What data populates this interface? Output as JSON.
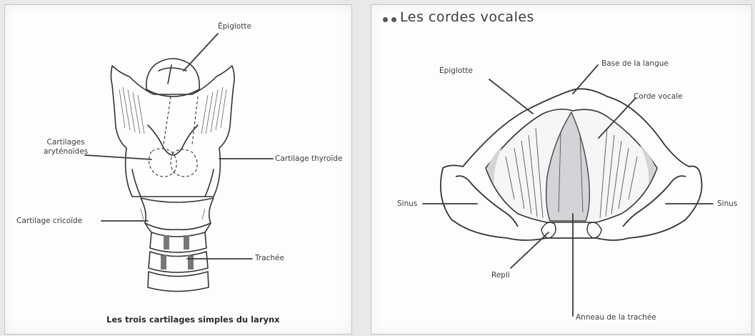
{
  "left_panel": {
    "labels": {
      "epiglotte": "Épiglotte",
      "arytenoides": "Cartilages\naryténoïdes",
      "thyroide": "Cartilage thyroïde",
      "cricoide": "Cartilage cricoïde",
      "trachee": "Trachée"
    },
    "caption": "Les trois cartilages simples du larynx"
  },
  "right_panel": {
    "title": "Les cordes vocales",
    "labels": {
      "epiglotte": "Épiglotte",
      "base_langue": "Base de la langue",
      "corde_vocale": "Corde vocale",
      "sinus_left": "Sinus",
      "sinus_right": "Sinus",
      "repli": "Repli",
      "anneau": "Anneau de la trachée"
    }
  }
}
